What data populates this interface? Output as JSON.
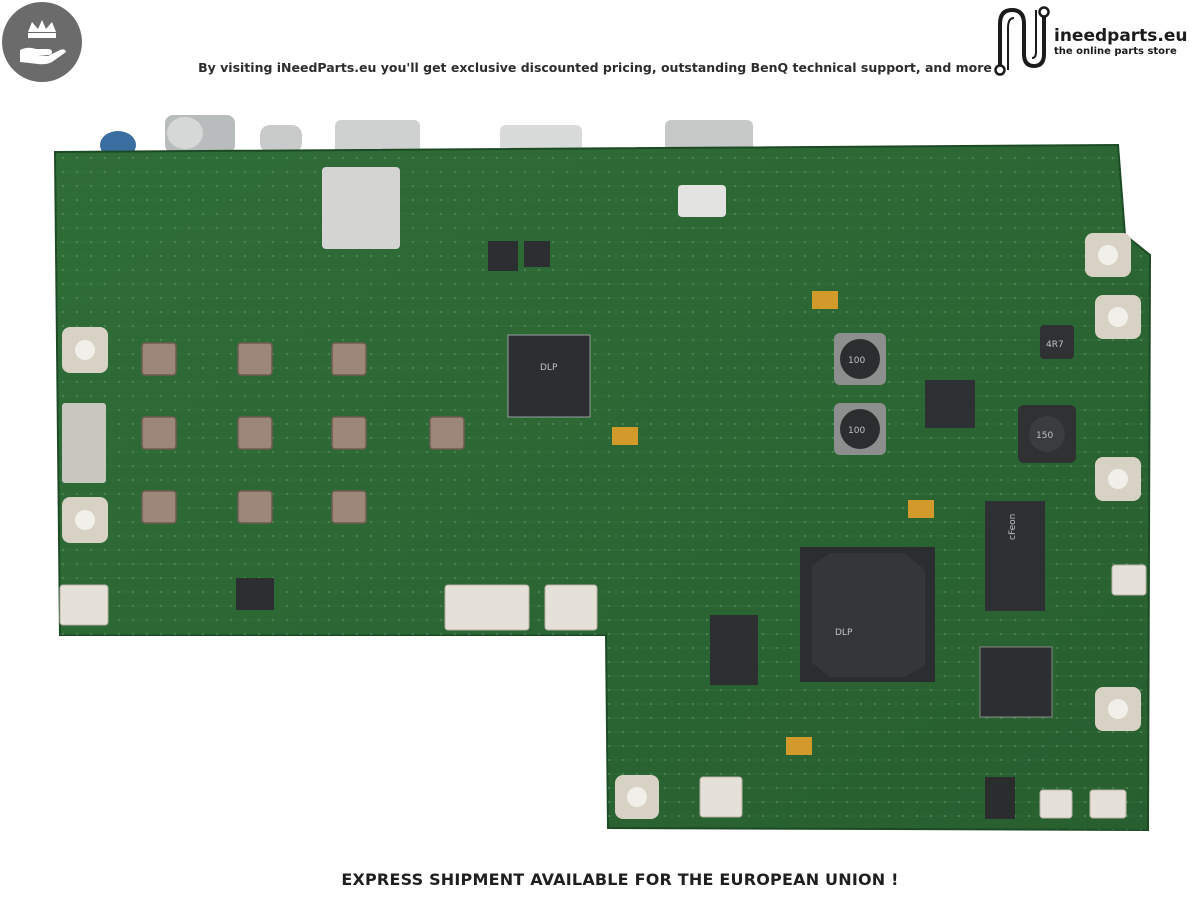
{
  "header": {
    "tagline": "By visiting iNeedParts.eu you'll get exclusive discounted pricing, outstanding BenQ technical support, and more",
    "brand_name": "ineedparts.eu",
    "brand_sub": "the online parts store",
    "badge_icon": "crown-hand-icon",
    "brand_icon": "circuit-n-logo-icon"
  },
  "photo": {
    "subject": "main-circuit-board",
    "inductor_labels": [
      "100",
      "100",
      "150",
      "4R7"
    ],
    "chip_marks": [
      "DLP",
      "DLP",
      "cFeon"
    ]
  },
  "footer": {
    "text": "EXPRESS SHIPMENT AVAILABLE FOR THE EUROPEAN UNION !"
  },
  "colors": {
    "pcb": "#2c6a35",
    "pcb_dark": "#1f5027",
    "badge": "#6b6b6b",
    "text": "#2d2d2d"
  }
}
